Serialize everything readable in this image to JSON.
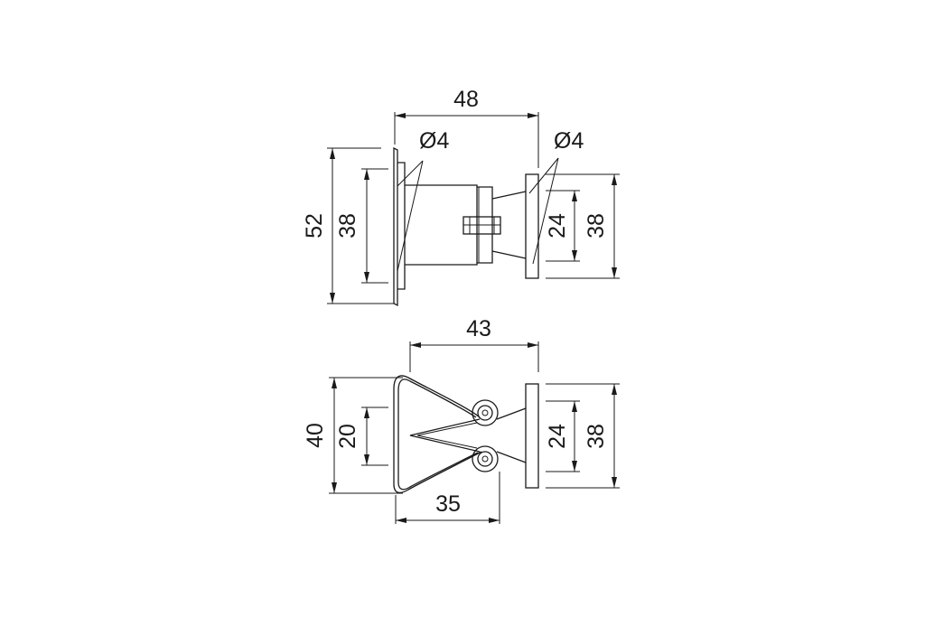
{
  "top_view": {
    "dim_width": "48",
    "dim_plate_height": "52",
    "dim_inner_height": "38",
    "dim_hole_left": "Ø4",
    "dim_hole_right": "Ø4",
    "dim_catch_inner": "24",
    "dim_catch_height": "38"
  },
  "bottom_view": {
    "dim_width": "43",
    "dim_height": "40",
    "dim_gap": "20",
    "dim_clip_width": "35",
    "dim_catch_inner": "24",
    "dim_catch_height": "38"
  }
}
